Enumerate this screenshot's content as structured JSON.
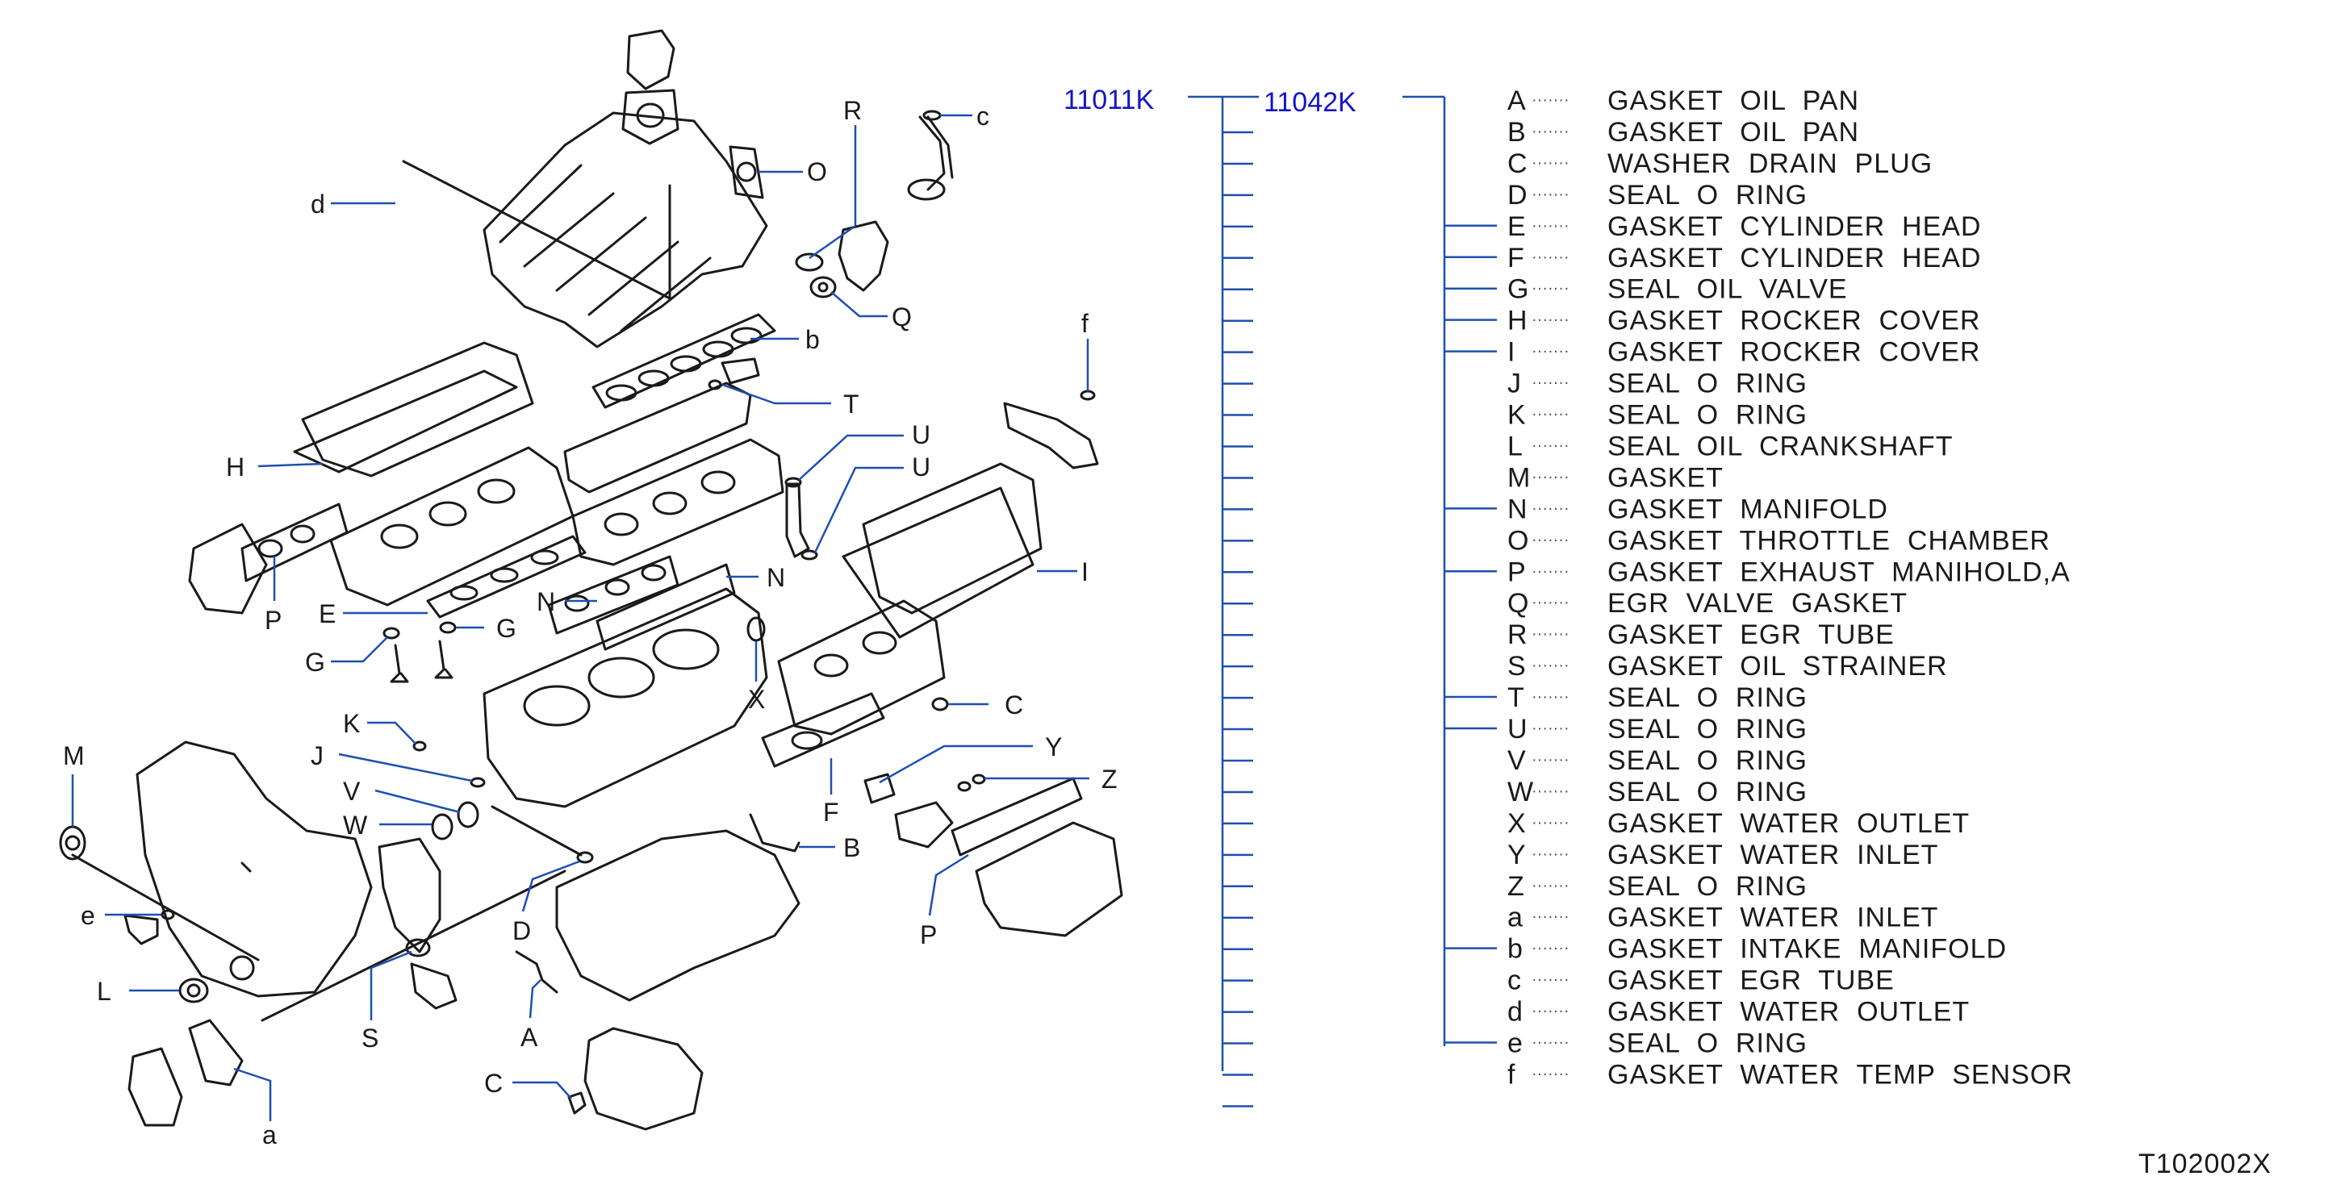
{
  "codes": {
    "kit": "11011K",
    "subkit": "11042K"
  },
  "diagram_callouts": [
    {
      "id": "R",
      "text": "R"
    },
    {
      "id": "c",
      "text": "c"
    },
    {
      "id": "O",
      "text": "O"
    },
    {
      "id": "d",
      "text": "d"
    },
    {
      "id": "Q",
      "text": "Q"
    },
    {
      "id": "b",
      "text": "b"
    },
    {
      "id": "T",
      "text": "T"
    },
    {
      "id": "f",
      "text": "f"
    },
    {
      "id": "U1",
      "text": "U"
    },
    {
      "id": "U2",
      "text": "U"
    },
    {
      "id": "H",
      "text": "H"
    },
    {
      "id": "I",
      "text": "I"
    },
    {
      "id": "N1",
      "text": "N"
    },
    {
      "id": "N2",
      "text": "N"
    },
    {
      "id": "P1",
      "text": "P"
    },
    {
      "id": "E",
      "text": "E"
    },
    {
      "id": "G1",
      "text": "G"
    },
    {
      "id": "G2",
      "text": "G"
    },
    {
      "id": "X",
      "text": "X"
    },
    {
      "id": "C1",
      "text": "C"
    },
    {
      "id": "K",
      "text": "K"
    },
    {
      "id": "J",
      "text": "J"
    },
    {
      "id": "Y",
      "text": "Y"
    },
    {
      "id": "V",
      "text": "V"
    },
    {
      "id": "Z",
      "text": "Z"
    },
    {
      "id": "F",
      "text": "F"
    },
    {
      "id": "W",
      "text": "W"
    },
    {
      "id": "M",
      "text": "M"
    },
    {
      "id": "B",
      "text": "B"
    },
    {
      "id": "e",
      "text": "e"
    },
    {
      "id": "D",
      "text": "D"
    },
    {
      "id": "P2",
      "text": "P"
    },
    {
      "id": "L",
      "text": "L"
    },
    {
      "id": "S",
      "text": "S"
    },
    {
      "id": "A",
      "text": "A"
    },
    {
      "id": "C2",
      "text": "C"
    },
    {
      "id": "a",
      "text": "a"
    }
  ],
  "parts": [
    {
      "letter": "A",
      "dots": "·······",
      "name": "GASKET  OIL  PAN"
    },
    {
      "letter": "B",
      "dots": "·······",
      "name": "GASKET  OIL  PAN"
    },
    {
      "letter": "C",
      "dots": "·······",
      "name": "WASHER  DRAIN  PLUG"
    },
    {
      "letter": "D",
      "dots": "·······",
      "name": "SEAL  O  RING"
    },
    {
      "letter": "E",
      "dots": "·······",
      "name": "GASKET  CYLINDER  HEAD"
    },
    {
      "letter": "F",
      "dots": "·······",
      "name": "GASKET  CYLINDER  HEAD"
    },
    {
      "letter": "G",
      "dots": "·······",
      "name": "SEAL  OIL  VALVE"
    },
    {
      "letter": "H",
      "dots": "·······",
      "name": "GASKET  ROCKER  COVER"
    },
    {
      "letter": "I",
      "dots": "·······",
      "name": "GASKET  ROCKER  COVER"
    },
    {
      "letter": "J",
      "dots": "·······",
      "name": "SEAL  O  RING"
    },
    {
      "letter": "K",
      "dots": "·······",
      "name": "SEAL  O  RING"
    },
    {
      "letter": "L",
      "dots": "·······",
      "name": "SEAL  OIL  CRANKSHAFT"
    },
    {
      "letter": "M",
      "dots": "·······",
      "name": "GASKET"
    },
    {
      "letter": "N",
      "dots": "·······",
      "name": "GASKET  MANIFOLD"
    },
    {
      "letter": "O",
      "dots": "·······",
      "name": "GASKET  THROTTLE  CHAMBER"
    },
    {
      "letter": "P",
      "dots": "·······",
      "name": "GASKET  EXHAUST  MANIHOLD,A"
    },
    {
      "letter": "Q",
      "dots": "·······",
      "name": "EGR  VALVE  GASKET"
    },
    {
      "letter": "R",
      "dots": "·······",
      "name": "GASKET  EGR  TUBE"
    },
    {
      "letter": "S",
      "dots": "·······",
      "name": "GASKET  OIL  STRAINER"
    },
    {
      "letter": "T",
      "dots": "·······",
      "name": "SEAL  O  RING"
    },
    {
      "letter": "U",
      "dots": "·······",
      "name": "SEAL  O  RING"
    },
    {
      "letter": "V",
      "dots": "·······",
      "name": "SEAL  O  RING"
    },
    {
      "letter": "W",
      "dots": "·······",
      "name": "SEAL  O  RING"
    },
    {
      "letter": "X",
      "dots": "·······",
      "name": "GASKET  WATER  OUTLET"
    },
    {
      "letter": "Y",
      "dots": "·······",
      "name": "GASKET  WATER  INLET"
    },
    {
      "letter": "Z",
      "dots": "·······",
      "name": "SEAL  O  RING"
    },
    {
      "letter": "a",
      "dots": "·······",
      "name": "GASKET  WATER  INLET"
    },
    {
      "letter": "b",
      "dots": "·······",
      "name": "GASKET  INTAKE  MANIFOLD"
    },
    {
      "letter": "c",
      "dots": "·······",
      "name": "GASKET  EGR  TUBE"
    },
    {
      "letter": "d",
      "dots": "·······",
      "name": "GASKET  WATER  OUTLET"
    },
    {
      "letter": "e",
      "dots": "·······",
      "name": "SEAL  O  RING"
    },
    {
      "letter": "f",
      "dots": "·······",
      "name": "GASKET  WATER  TEMP  SENSOR"
    }
  ],
  "figure_code": "T102002X",
  "colors": {
    "leader": "#1f4fb0",
    "code": "#1515c8",
    "ink": "#1a1a1a"
  }
}
